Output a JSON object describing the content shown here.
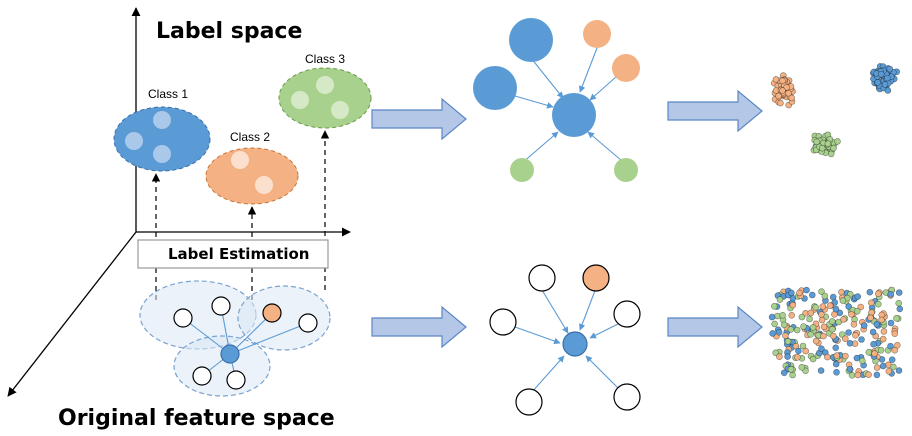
{
  "titles": {
    "label_space": "Label space",
    "original_feature_space": "Original feature space",
    "label_estimation": "Label Estimation"
  },
  "classes": [
    {
      "label": "Class 1",
      "color": "#5b9bd5"
    },
    {
      "label": "Class 2",
      "color": "#f4b183"
    },
    {
      "label": "Class 3",
      "color": "#a9d18e"
    }
  ],
  "colors": {
    "blue": "#5b9bd5",
    "orange": "#f4b183",
    "green": "#a9d18e",
    "arrow_fill": "#b4c7e7",
    "arrow_stroke": "#5b87c5"
  }
}
